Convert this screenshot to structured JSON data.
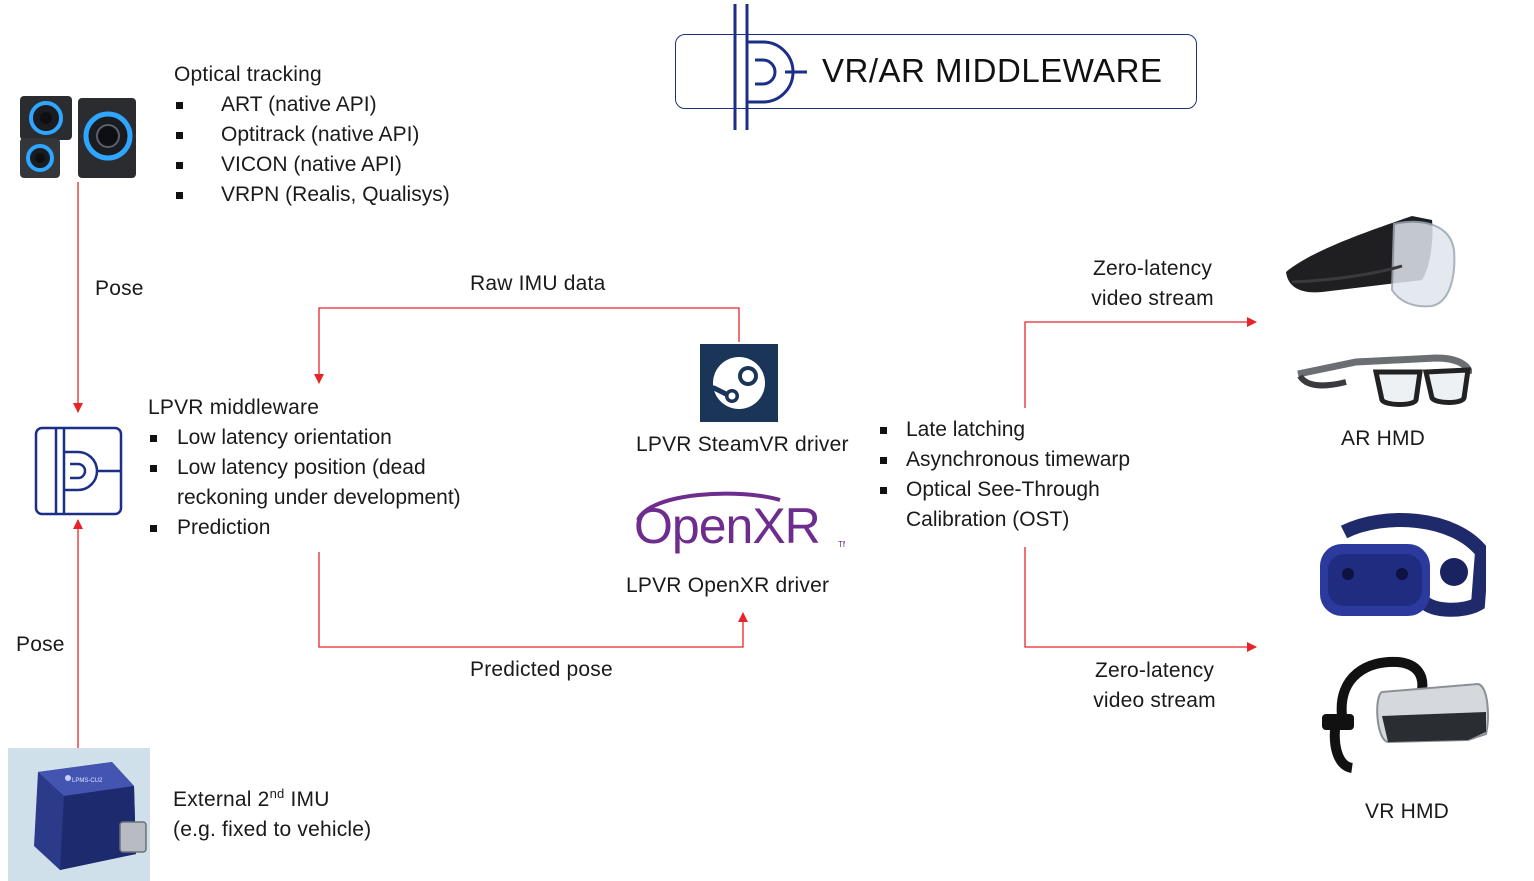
{
  "header": {
    "title": "VR/AR MIDDLEWARE"
  },
  "optical": {
    "title": "Optical tracking",
    "items": [
      "ART (native API)",
      "Optitrack (native API)",
      "VICON (native API)",
      "VRPN (Realis, Qualisys)"
    ]
  },
  "arrows": {
    "pose_top": "Pose",
    "pose_bottom": "Pose",
    "raw_imu": "Raw IMU data",
    "predicted_pose": "Predicted pose",
    "zero_latency_top_1": "Zero-latency",
    "zero_latency_top_2": "video stream",
    "zero_latency_bottom_1": "Zero-latency",
    "zero_latency_bottom_2": "video stream"
  },
  "middleware": {
    "title": "LPVR middleware",
    "items": [
      {
        "line1": "Low latency orientation"
      },
      {
        "line1": "Low latency position (dead",
        "line2": "reckoning under development)"
      },
      {
        "line1": "Prediction"
      }
    ]
  },
  "drivers": {
    "steamvr": "LPVR SteamVR driver",
    "openxr_logo": "OpenXR",
    "openxr": "LPVR OpenXR driver"
  },
  "features": {
    "items": [
      {
        "line1": "Late latching"
      },
      {
        "line1": "Asynchronous timewarp"
      },
      {
        "line1": "Optical See-Through",
        "line2": "Calibration (OST)"
      }
    ]
  },
  "hmd": {
    "ar": "AR HMD",
    "vr": "VR HMD"
  },
  "imu": {
    "line1_prefix": "External 2",
    "line1_sup": "nd",
    "line1_suffix": " IMU",
    "line2": "(e.g. fixed to vehicle)"
  },
  "colors": {
    "arrow": "#e8242a",
    "brand": "#1c2f86"
  }
}
